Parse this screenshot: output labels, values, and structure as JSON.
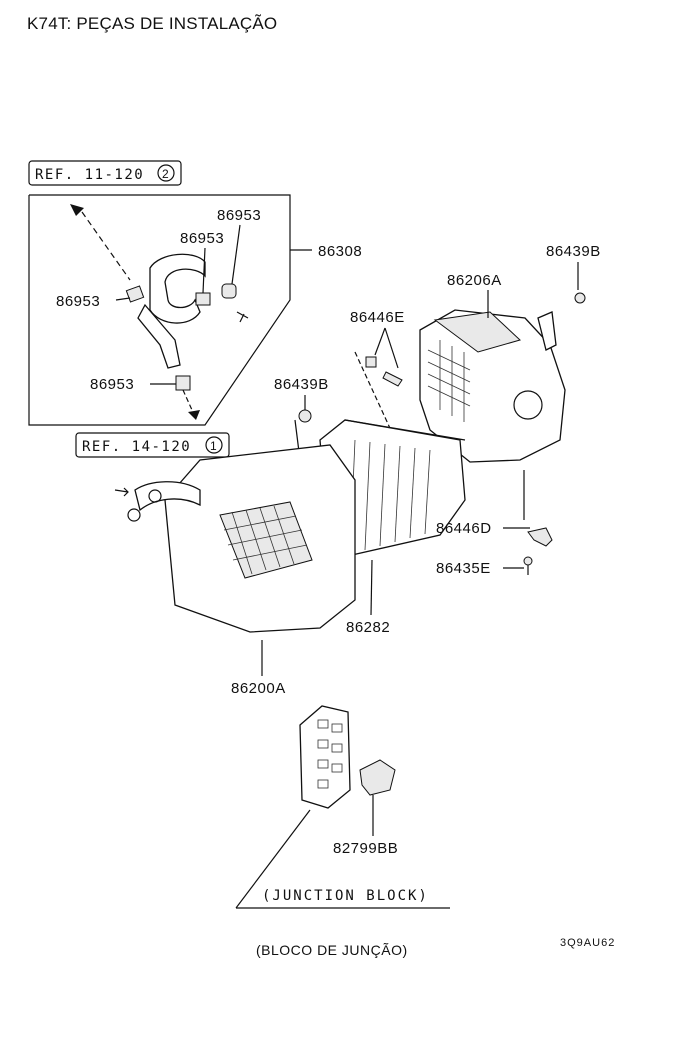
{
  "title": "K74T: PEÇAS DE INSTALAÇÃO",
  "refs": {
    "ref_top": "REF. 11-120",
    "ref_top_circle": "2",
    "ref_bottom": "REF. 14-120",
    "ref_bottom_circle": "1"
  },
  "parts": {
    "p86953_a": "86953",
    "p86953_b": "86953",
    "p86953_c": "86953",
    "p86953_d": "86953",
    "p86308": "86308",
    "p86206A": "86206A",
    "p86439B_top": "86439B",
    "p86446E": "86446E",
    "p86439B_mid": "86439B",
    "p86446D": "86446D",
    "p86435E": "86435E",
    "p86282": "86282",
    "p86200A": "86200A",
    "p82799BB": "82799BB"
  },
  "junction_block_label": "(JUNCTION BLOCK)",
  "bloco_label": "(BLOCO DE JUNÇÃO)",
  "diagram_code": "3Q9AU62"
}
